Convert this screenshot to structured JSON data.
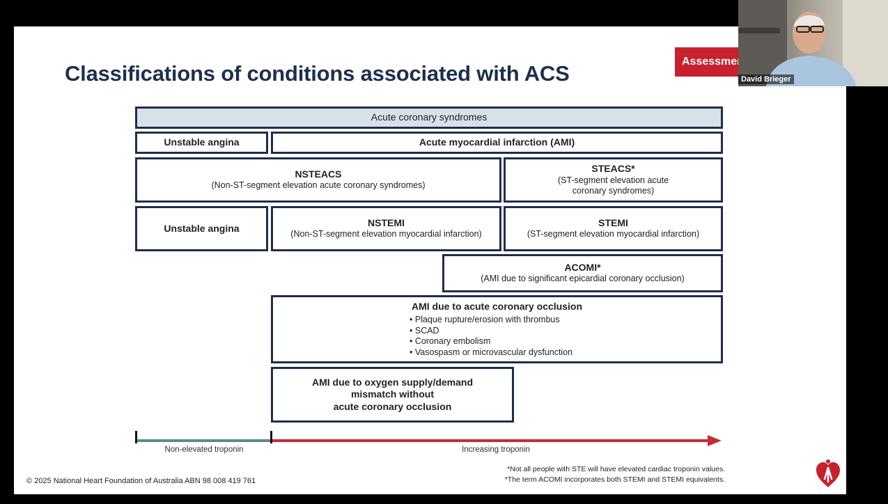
{
  "slide": {
    "title": "Classifications of conditions associated with ACS",
    "rows": {
      "acs": "Acute coronary syndromes",
      "unstable_angina": "Unstable angina",
      "ami": "Acute myocardial infarction (AMI)",
      "nsteacs_title": "NSTEACS",
      "nsteacs_sub": "(Non-ST-segment elevation acute coronary syndromes)",
      "steacs_title": "STEACS*",
      "steacs_sub_1": "(ST-segment elevation acute",
      "steacs_sub_2": "coronary syndromes)",
      "unstable_angina_2": "Unstable angina",
      "nstemi_title": "NSTEMI",
      "nstemi_sub": "(Non-ST-segment elevation myocardial infarction)",
      "stemi_title": "STEMI",
      "stemi_sub": "(ST-segment elevation myocardial infarction)",
      "acomi_title": "ACOMI*",
      "acomi_sub": "(AMI due to significant epicardial coronary occlusion)",
      "acute_occlusion_title": "AMI due to acute coronary occlusion",
      "acute_occlusion_items": [
        "Plaque rupture/erosion with thrombus",
        "SCAD",
        "Coronary embolism",
        "Vasospasm or microvascular dysfunction"
      ],
      "supply_demand_1": "AMI due to oxygen supply/demand",
      "supply_demand_2": "mismatch without",
      "supply_demand_3": "acute coronary occlusion"
    },
    "axis": {
      "low_label": "Non-elevated troponin",
      "high_label": "Increasing troponin"
    },
    "footnotes": [
      "*Not all people with STE will have elevated cardiac troponin values.",
      "*The term ACOMI incorporates both STEMI and STEMI equivalents."
    ],
    "copyright": "© 2025 National Heart Foundation of Australia ABN 98 008 419 761",
    "tab_label": "Assessment",
    "colors": {
      "title": "#1e2f4f",
      "box_border": "#1f2d4d",
      "header_fill": "#d8e1ea",
      "axis_low": "#5a8c89",
      "axis_high": "#c62a3a",
      "brand_red": "#c8202f"
    }
  },
  "webcam": {
    "name": "David Brieger"
  }
}
